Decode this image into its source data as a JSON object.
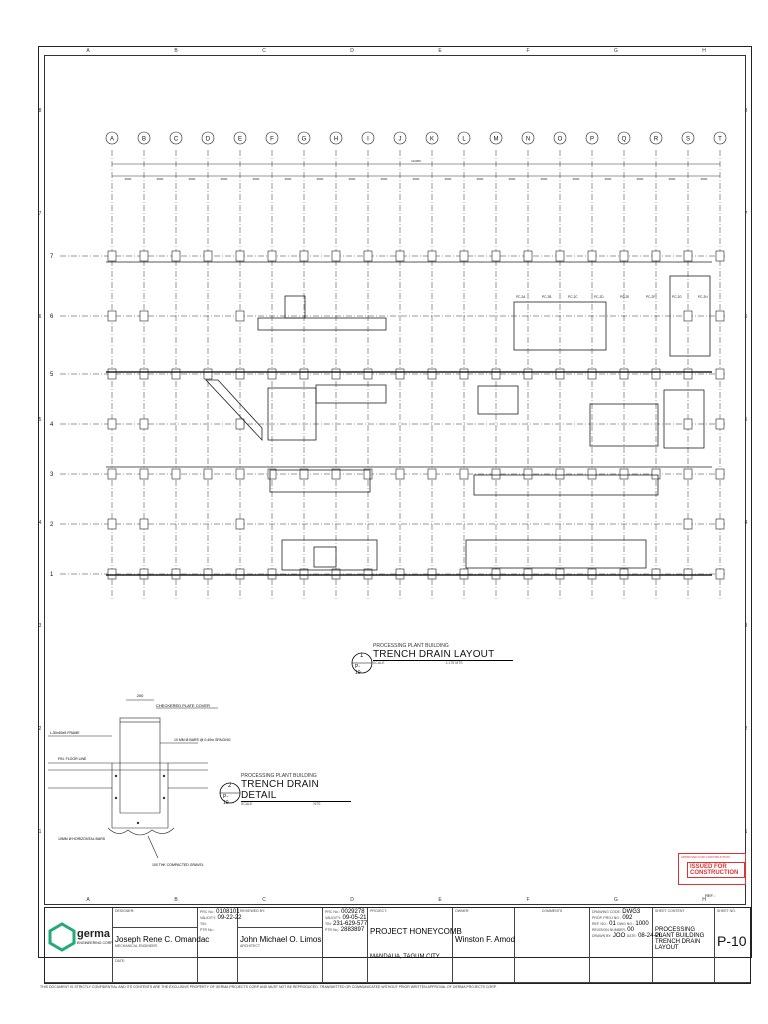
{
  "sheet": {
    "col_refs": [
      "A",
      "B",
      "C",
      "D",
      "E",
      "F",
      "G",
      "H"
    ],
    "row_refs": [
      "8",
      "7",
      "6",
      "5",
      "4",
      "3",
      "2",
      "1"
    ]
  },
  "plan": {
    "grid_cols": [
      "A",
      "B",
      "C",
      "D",
      "E",
      "F",
      "G",
      "H",
      "I",
      "J",
      "K",
      "L",
      "M",
      "N",
      "O",
      "P",
      "Q",
      "R",
      "S",
      "T"
    ],
    "grid_rows": [
      "7",
      "6",
      "5",
      "4",
      "3",
      "2",
      "1"
    ],
    "overall_dim": "112000",
    "bay_dims": [
      "6000",
      "6000",
      "6000",
      "6000",
      "6000",
      "6000",
      "6000",
      "6000",
      "6000",
      "6000",
      "6000",
      "6000",
      "6000",
      "6000",
      "6000",
      "6000",
      "6000",
      "6000",
      "6000"
    ],
    "labels": [
      "PC-2A",
      "PC-2B",
      "PC-2C",
      "PC-2D",
      "PC-2E",
      "PC-2F",
      "PC-2G",
      "PC-2H"
    ]
  },
  "titles": {
    "layout": {
      "number": "1",
      "sheet": "P-10",
      "sub": "PROCESSING PLANT BUILDING",
      "main": "TRENCH DRAIN LAYOUT",
      "scale_label": "SCALE",
      "scale": "1:175 MTS"
    },
    "detail": {
      "number": "2",
      "sheet": "P-10",
      "sub": "PROCESSING PLANT BUILDING",
      "main": "TRENCH DRAIN DETAIL",
      "scale_label": "SCALE",
      "scale": "NTS"
    }
  },
  "detail": {
    "dim_top": "200",
    "notes": [
      "CHECKERED PLATE COVER",
      "10 MM Ø BARS @ 0.40m SPACING",
      "FIN. FLOOR LINE",
      "10MM Ø HORIZONTAL BARS",
      "100 THK COMPACTED GRAVEL"
    ],
    "left_note": "L-50x50x5 FRAME"
  },
  "stamp": {
    "top": "APPROVED FOR CONSTRUCTION",
    "text": "ISSUED FOR CONSTRUCTION",
    "ref": "REF.:"
  },
  "title_block": {
    "company": "germa",
    "company_sub": "ENGINEERING CORP",
    "designer_label": "DESIGNER:",
    "designer": "Joseph Rene C. Omandac",
    "designer_role": "MECHANICAL ENGINEER",
    "prc_label": "PRC No.:",
    "prc_no": "0108101",
    "validity_label": "VALIDITY:",
    "validity": "09-22-22",
    "tin_label": "TIN:",
    "ptr_label": "PTR No.:",
    "reviewed_label": "REVIEWED BY:",
    "reviewer": "John Michael O. Limos",
    "reviewer_role": "ARCHITECT",
    "prc_no2": "0029278",
    "validity2": "09-05-21",
    "tin2": "231-629-577",
    "ptr2": "2883897",
    "project_label": "PROJECT:",
    "project": "PROJECT HONEYCOMB",
    "location": "MANDAUA, TAGUM CITY",
    "owner_label": "OWNER:",
    "owner": "Winston F. Amod",
    "comments_label": "COMMENTS",
    "drawing_code_label": "DRAWING CODE:",
    "drawing_code": "DWG3",
    "proj_no_label": "PROP. PROJ NO.:",
    "proj_no": "092",
    "ref_no_label": "REF. NO.:",
    "ref_no": "01",
    "dwg_no_label": "DWG NO.:",
    "dwg_no": "1000",
    "revision_label": "REVISION NUMBER:",
    "revision": "00",
    "drawn_label": "DRAWN BY:",
    "drawn": "JOO",
    "date_label": "DATE:",
    "date": "08-24-20",
    "sheet_content_label": "SHEET CONTENT",
    "sheet_content": "PROCESSING PLANT BUILDING TRENCH DRAIN LAYOUT",
    "sheet_no_label": "SHEET NO.",
    "sheet_no": "P-10"
  },
  "notice": "THIS DOCUMENT IS STRICTLY CONFIDENTIAL AND ITS CONTENTS ARE THE EXCLUSIVE PROPERTY OF GERMA PROJECTS CORP AND MUST NOT BE REPRODUCED, TRANSMITTED OR COMMUNICATED WITHOUT PRIOR WRITTEN APPROVAL OF GERMA PROJECTS CORP."
}
